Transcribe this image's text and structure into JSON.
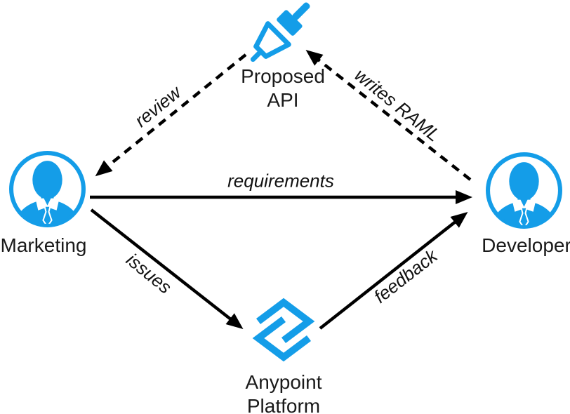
{
  "diagram": {
    "colors": {
      "accent_blue": "#149de8",
      "arrow_black": "#000000",
      "text": "#1a1a1a"
    },
    "nodes": [
      {
        "id": "proposed-api",
        "label": "Proposed API",
        "label_line1": "Proposed",
        "label_line2": "API",
        "icon": "plug-connector-icon"
      },
      {
        "id": "marketing",
        "label": "Marketing",
        "icon": "businessman-avatar-icon"
      },
      {
        "id": "developer",
        "label": "Developer",
        "icon": "businessman-avatar-icon"
      },
      {
        "id": "anypoint-platform",
        "label": "Anypoint Platform",
        "label_line1": "Anypoint",
        "label_line2": "Platform",
        "icon": "anypoint-logo-icon"
      }
    ],
    "edges": [
      {
        "id": "review",
        "label": "review",
        "from": "proposed-api",
        "to": "marketing",
        "style": "dashed"
      },
      {
        "id": "writes-raml",
        "label": "writes RAML",
        "from": "developer",
        "to": "proposed-api",
        "style": "dashed"
      },
      {
        "id": "requirements",
        "label": "requirements",
        "from": "marketing",
        "to": "developer",
        "style": "solid"
      },
      {
        "id": "issues",
        "label": "issues",
        "from": "marketing",
        "to": "anypoint-platform",
        "style": "solid"
      },
      {
        "id": "feedback",
        "label": "feedback",
        "from": "anypoint-platform",
        "to": "developer",
        "style": "solid"
      }
    ]
  }
}
